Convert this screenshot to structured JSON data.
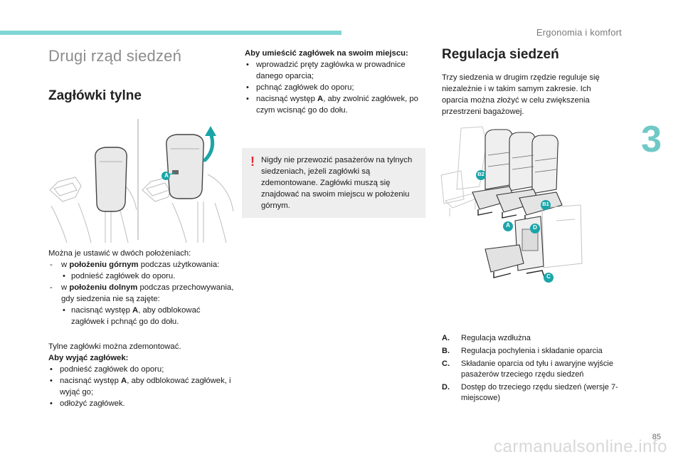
{
  "header": {
    "section": "Ergonomia i komfort",
    "chapter_number": "3",
    "page_number": "85"
  },
  "left": {
    "title": "Drugi rząd siedzeń",
    "subtitle": "Zagłówki tylne",
    "positions_intro": "Można je ustawić w dwóch położeniach:",
    "pos_upper_pre": "w ",
    "pos_upper_bold": "położeniu górnym",
    "pos_upper_post": " podczas użytkowania:",
    "pos_upper_step": "podnieść zagłówek do oporu.",
    "pos_lower_pre": "w ",
    "pos_lower_bold": "położeniu dolnym",
    "pos_lower_post": " podczas przechowywania, gdy siedzenia nie są zajęte:",
    "pos_lower_step_pre": "nacisnąć występ ",
    "pos_lower_step_bold": "A",
    "pos_lower_step_post": ", aby odblokować zagłówek i pchnąć go do dołu.",
    "removable": "Tylne zagłówki można zdemontować.",
    "remove_heading": "Aby wyjąć zagłówek:",
    "remove_step1": "podnieść zagłówek do oporu;",
    "remove_step2_pre": "nacisnąć występ ",
    "remove_step2_bold": "A",
    "remove_step2_post": ", aby odblokować zagłówek, i wyjąć go;",
    "remove_step3": "odłożyć zagłówek.",
    "figure_label_a": "A"
  },
  "middle": {
    "install_heading": "Aby umieścić zagłówek na swoim miejscu:",
    "install_step1": "wprowadzić pręty zagłówka w prowadnice danego oparcia;",
    "install_step2": "pchnąć zagłówek do oporu;",
    "install_step3_pre": "nacisnąć występ ",
    "install_step3_bold": "A",
    "install_step3_post": ", aby zwolnić zagłówek, po czym wcisnąć go do dołu.",
    "warning_mark": "!",
    "warning": "Nigdy nie przewozić pasażerów na tylnych siedzeniach, jeżeli zagłówki są zdemontowane. Zagłówki muszą się znajdować na swoim miejscu w położeniu górnym."
  },
  "right": {
    "title": "Regulacja siedzeń",
    "intro": "Trzy siedzenia w drugim rzędzie reguluje się niezależnie i w takim samym zakresie. Ich oparcia można złożyć w celu zwiększenia przestrzeni bagażowej.",
    "figure_labels": {
      "b2": "B2",
      "b1": "B1",
      "a": "A",
      "d": "D",
      "c": "C"
    },
    "legend": [
      {
        "key": "A.",
        "text": "Regulacja wzdłużna"
      },
      {
        "key": "B.",
        "text": "Regulacja pochylenia i składanie oparcia"
      },
      {
        "key": "C.",
        "text": "Składanie oparcia od tyłu i awaryjne wyjście pasażerów trzeciego rzędu siedzeń"
      },
      {
        "key": "D.",
        "text": "Dostęp do trzeciego rzędu siedzeń (wersje 7-miejscowe)"
      }
    ]
  },
  "footer": {
    "watermark": "carmanualsonline.info"
  },
  "colors": {
    "accent": "#6fc9c6",
    "topbar": "#7fd6d4",
    "warning": "#e4282f",
    "callout": "#1aa5a8"
  }
}
